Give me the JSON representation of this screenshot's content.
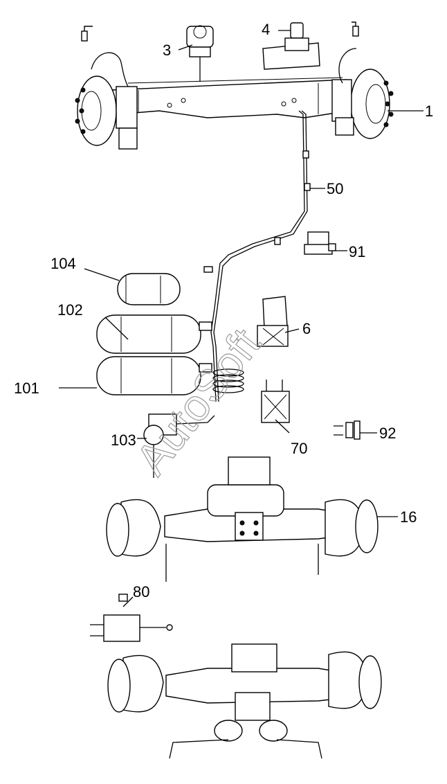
{
  "callouts": [
    {
      "id": "1",
      "text": "1"
    },
    {
      "id": "3",
      "text": "3"
    },
    {
      "id": "4",
      "text": "4"
    },
    {
      "id": "50",
      "text": "50"
    },
    {
      "id": "91",
      "text": "91"
    },
    {
      "id": "104",
      "text": "104"
    },
    {
      "id": "102",
      "text": "102"
    },
    {
      "id": "6",
      "text": "6"
    },
    {
      "id": "101",
      "text": "101"
    },
    {
      "id": "103",
      "text": "103"
    },
    {
      "id": "70",
      "text": "70"
    },
    {
      "id": "92",
      "text": "92"
    },
    {
      "id": "16",
      "text": "16"
    },
    {
      "id": "80",
      "text": "80"
    }
  ],
  "watermark": "AutoSoft"
}
